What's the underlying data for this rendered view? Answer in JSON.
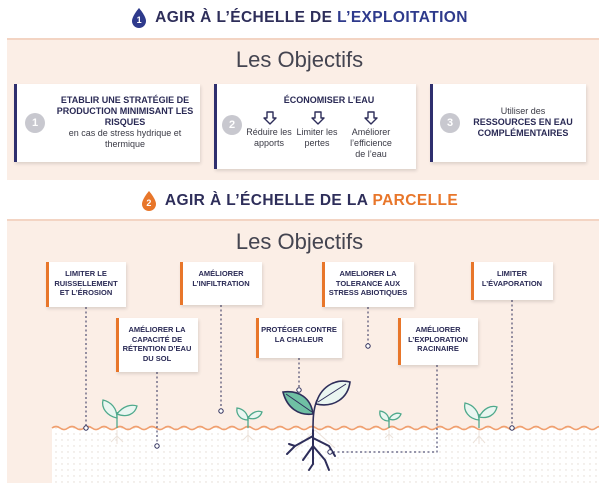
{
  "section1": {
    "number": "1",
    "title_prefix": "AGIR À L’ÉCHELLE DE ",
    "title_highlight": "L’EXPLOITATION",
    "objectives_title": "Les Objectifs",
    "objectives": [
      {
        "number": "1",
        "bold": "ETABLIR UNE STRATÉGIE DE PRODUCTION MINIMISANT LES RISQUES",
        "text": "en cas de stress hydrique et thermique"
      },
      {
        "number": "2",
        "bold": "ÉCONOMISER L’EAU",
        "subs": [
          "Réduire les apports",
          "Limiter les pertes",
          "Améliorer l’efficience de l’eau"
        ]
      },
      {
        "number": "3",
        "text": "Utiliser des",
        "bold": "RESSOURCES EN EAU COMPLÉMENTAIRES"
      }
    ]
  },
  "section2": {
    "number": "2",
    "title_prefix": "AGIR À L’ÉCHELLE DE LA ",
    "title_highlight": "PARCELLE",
    "objectives_title": "Les Objectifs",
    "labels": [
      "LIMITER LE RUISSELLEMENT ET L’ÉROSION",
      "AMÉLIORER L’INFILTRATION",
      "AMELIORER LA TOLERANCE AUX STRESS ABIOTIQUES",
      "LIMITER L’ÉVAPORATION",
      "AMÉLIORER LA CAPACITÉ DE RÉTENTION D’EAU DU SOL",
      "PROTÉGER CONTRE LA CHALEUR",
      "AMÉLIORER L’EXPLORATION RACINAIRE"
    ]
  },
  "colors": {
    "navy": "#2e2e5a",
    "blue_accent": "#2e3a8c",
    "orange_accent": "#e8762a",
    "band_bg": "#fbeee6",
    "plant_green": "#4fa98c"
  },
  "icons": [
    "drop-icon",
    "down-arrow-icon",
    "plant-icon",
    "roots-icon"
  ]
}
